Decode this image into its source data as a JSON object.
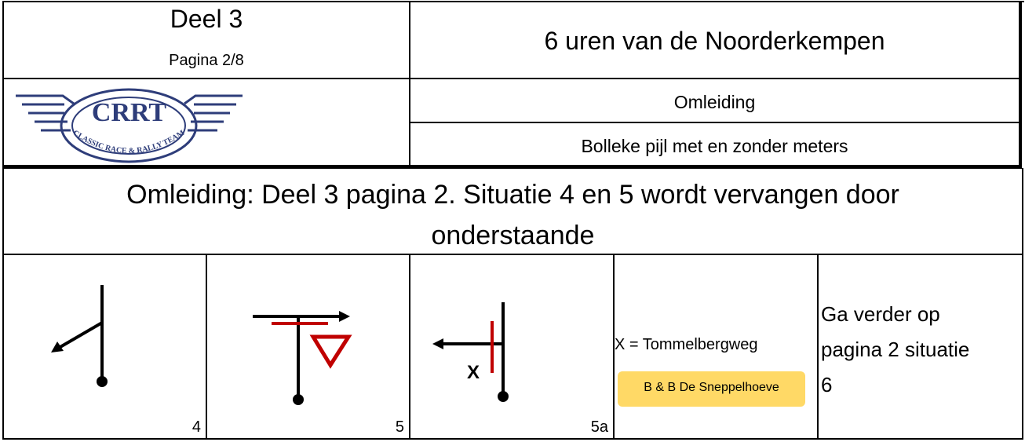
{
  "header": {
    "deel": "Deel 3",
    "pagina": "Pagina 2/8",
    "event_title": "6 uren van de Noorderkempen",
    "subtitle1": "Omleiding",
    "subtitle2": "Bolleke pijl met en zonder meters"
  },
  "logo": {
    "main_text": "CRRT",
    "ring_text": "CLASSIC RACE & RALLY TEAM"
  },
  "notice": {
    "line1": "Omleiding: Deel 3 pagina 2. Situatie 4 en 5 wordt vervangen door",
    "line2": "onderstaande"
  },
  "cells": [
    {
      "number": "4"
    },
    {
      "number": "5"
    },
    {
      "number": "5a",
      "marker": "X"
    },
    {
      "info": "X = Tommelbergweg",
      "badge": "B & B De Sneppelhoeve",
      "badge_color": "#FFD966"
    },
    {
      "continue_text": [
        "Ga verder op",
        "pagina 2 situatie",
        "6"
      ]
    }
  ],
  "colors": {
    "arrow": "#000000",
    "accent": "#C00000"
  }
}
